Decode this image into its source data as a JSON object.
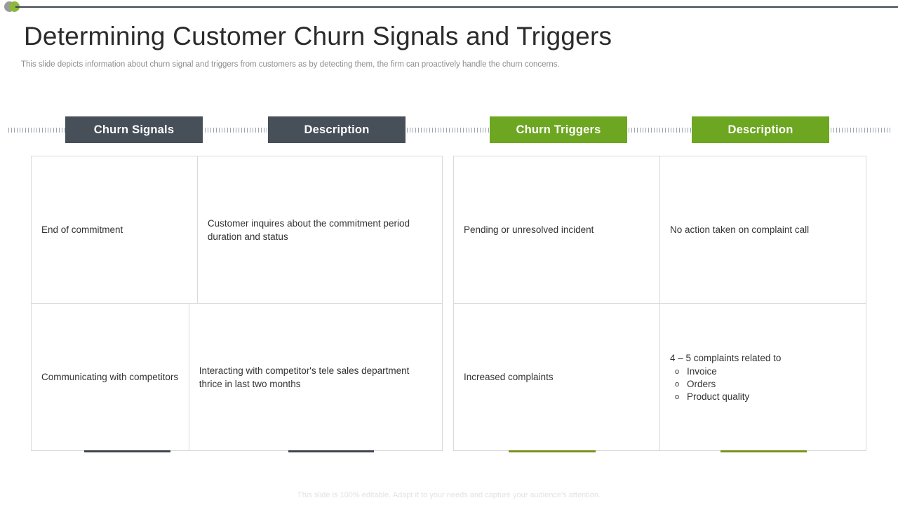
{
  "slide": {
    "title": "Determining Customer Churn Signals and Triggers",
    "subtitle": "This slide depicts information about churn signal and triggers from customers as by detecting them, the firm can proactively handle the churn concerns.",
    "footer_note": "This slide is 100% editable. Adapt it to your needs and capture your audience's attention."
  },
  "colors": {
    "dark_header": "#474f59",
    "green_header": "#6da621",
    "accent_dark": "#3f4650",
    "accent_green": "#77941f",
    "table_border": "#d9d9d9",
    "deco_green": "#8cb83c",
    "deco_gray": "#9a9a9a"
  },
  "headers": [
    {
      "label": "Churn Signals",
      "style": "dark"
    },
    {
      "label": "Description",
      "style": "dark"
    },
    {
      "label": "Churn Triggers",
      "style": "green"
    },
    {
      "label": "Description",
      "style": "green"
    }
  ],
  "left_table": {
    "rows": [
      {
        "signal": "End of commitment",
        "description": "Customer inquires about the commitment period duration and status"
      },
      {
        "signal": "Communicating with competitors",
        "description": "Interacting with competitor's tele sales department thrice in last two months"
      }
    ]
  },
  "right_table": {
    "rows": [
      {
        "trigger": "Pending or unresolved incident",
        "description": "No action taken on complaint call",
        "bullets": []
      },
      {
        "trigger": "Increased complaints",
        "description": "4 – 5 complaints related to",
        "bullets": [
          "Invoice",
          "Orders",
          "Product quality"
        ]
      }
    ]
  }
}
